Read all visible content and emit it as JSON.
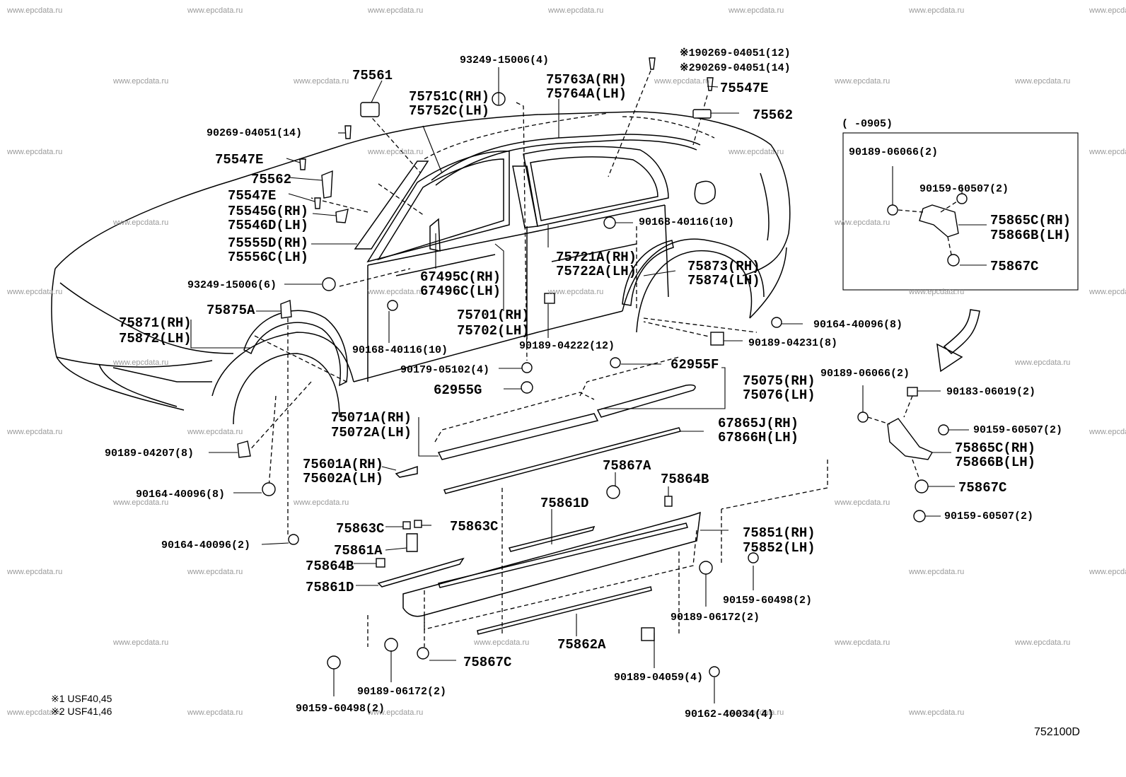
{
  "watermark": "www.epcdata.ru",
  "diagram_code": "752100D",
  "footnotes": [
    "※1 USF40,45",
    "※2 USF41,46"
  ],
  "inset": {
    "range_label": "(      -0905)"
  },
  "labels": {
    "p75561": "75561",
    "p93249a": "93249-15006(4)",
    "p190269": "※190269-04051(12)",
    "p290269": "※290269-04051(14)",
    "p75763": "75763A(RH)",
    "p75764": "75764A(LH)",
    "p75751": "75751C(RH)",
    "p75752": "75752C(LH)",
    "p75547r": "75547E",
    "p75562r": "75562",
    "p90269": "90269-04051(14)",
    "p75547a": "75547E",
    "p75562l": "75562",
    "p75547b": "75547E",
    "p75545": "75545G(RH)",
    "p75546": "75546D(LH)",
    "p75555": "75555D(RH)",
    "p75556": "75556C(LH)",
    "p93249b": "93249-15006(6)",
    "p67495": "67495C(RH)",
    "p67496": "67496C(LH)",
    "p75721": "75721A(RH)",
    "p75722": "75722A(LH)",
    "p90168a": "90168-40116(10)",
    "p75873": "75873(RH)",
    "p75874": "75874(LH)",
    "p75871": "75871(RH)",
    "p75872": "75872(LH)",
    "p75875": "75875A",
    "p75701": "75701(RH)",
    "p75702": "75702(LH)",
    "p90168b": "90168-40116(10)",
    "p90189_04222": "90189-04222(12)",
    "p90164a": "90164-40096(8)",
    "p90189_04231": "90189-04231(8)",
    "p90179": "90179-05102(4)",
    "p62955f": "62955F",
    "p75075": "75075(RH)",
    "p75076": "75076(LH)",
    "p62955g": "62955G",
    "p75071": "75071A(RH)",
    "p75072": "75072A(LH)",
    "p67865": "67865J(RH)",
    "p67866": "67866H(LH)",
    "p90189_04207": "90189-04207(8)",
    "p75601": "75601A(RH)",
    "p75602": "75602A(LH)",
    "p75867a": "75867A",
    "p75864b_r": "75864B",
    "p90164b": "90164-40096(8)",
    "p75861d_a": "75861D",
    "p90164c": "90164-40096(2)",
    "p75863c_a": "75863C",
    "p75863c_b": "75863C",
    "p75861a": "75861A",
    "p75851": "75851(RH)",
    "p75852": "75852(LH)",
    "p75864b_l": "75864B",
    "p90159_60498a": "90159-60498(2)",
    "p75861d_b": "75861D",
    "p90189_06172a": "90189-06172(2)",
    "p75862a": "75862A",
    "p75867c_a": "75867C",
    "p90189_06172b": "90189-06172(2)",
    "p90189_04059": "90189-04059(4)",
    "p90159_60498b": "90159-60498(2)",
    "p90162": "90162-40034(4)",
    "in90189": "90189-06066(2)",
    "in90159": "90159-60507(2)",
    "in75865": "75865C(RH)",
    "in75866": "75866B(LH)",
    "in75867": "75867C",
    "r90189_06066": "90189-06066(2)",
    "r90183": "90183-06019(2)",
    "r90159a": "90159-60507(2)",
    "r75865": "75865C(RH)",
    "r75866": "75866B(LH)",
    "r75867c": "75867C",
    "r90159b": "90159-60507(2)"
  }
}
